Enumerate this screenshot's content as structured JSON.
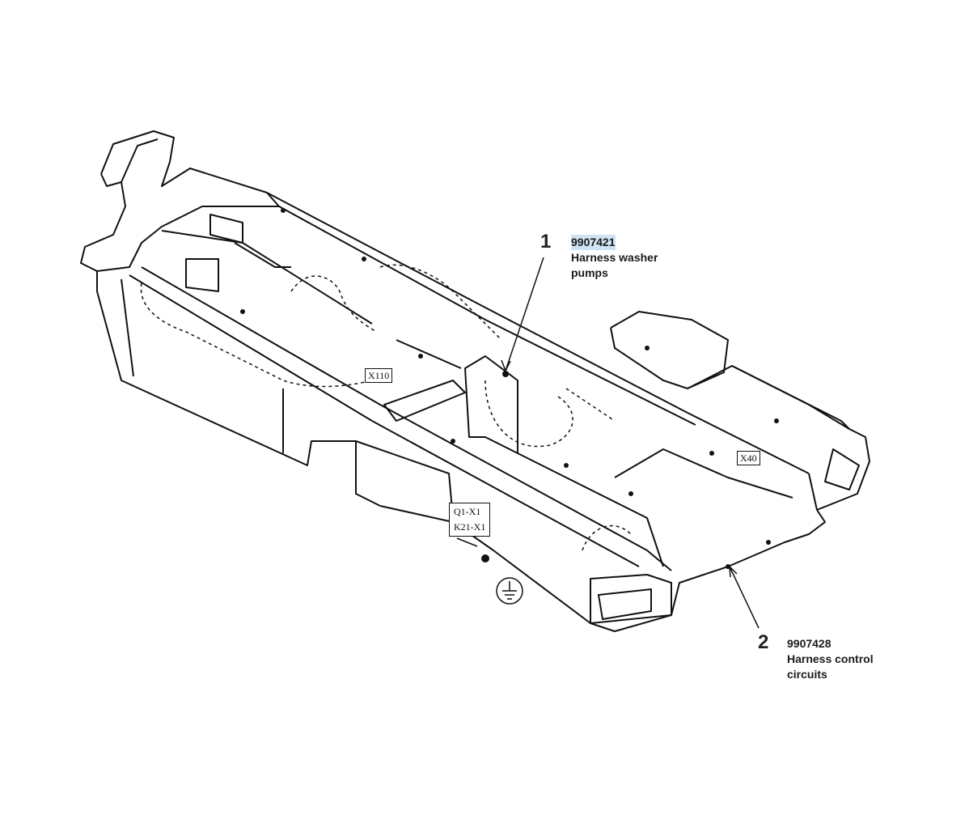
{
  "callouts": [
    {
      "number": "1",
      "part_no": "9907421",
      "line1": "Harness washer",
      "line2": "pumps"
    },
    {
      "number": "2",
      "part_no": "9907428",
      "line1": "Harness control",
      "line2": "circuits"
    }
  ],
  "connectors": {
    "x110": "X110",
    "x40": "X40",
    "q1": "Q1-X1",
    "k21": "K21-X1"
  },
  "colors": {
    "line": "#111111",
    "highlight": "#cfe3f5"
  }
}
